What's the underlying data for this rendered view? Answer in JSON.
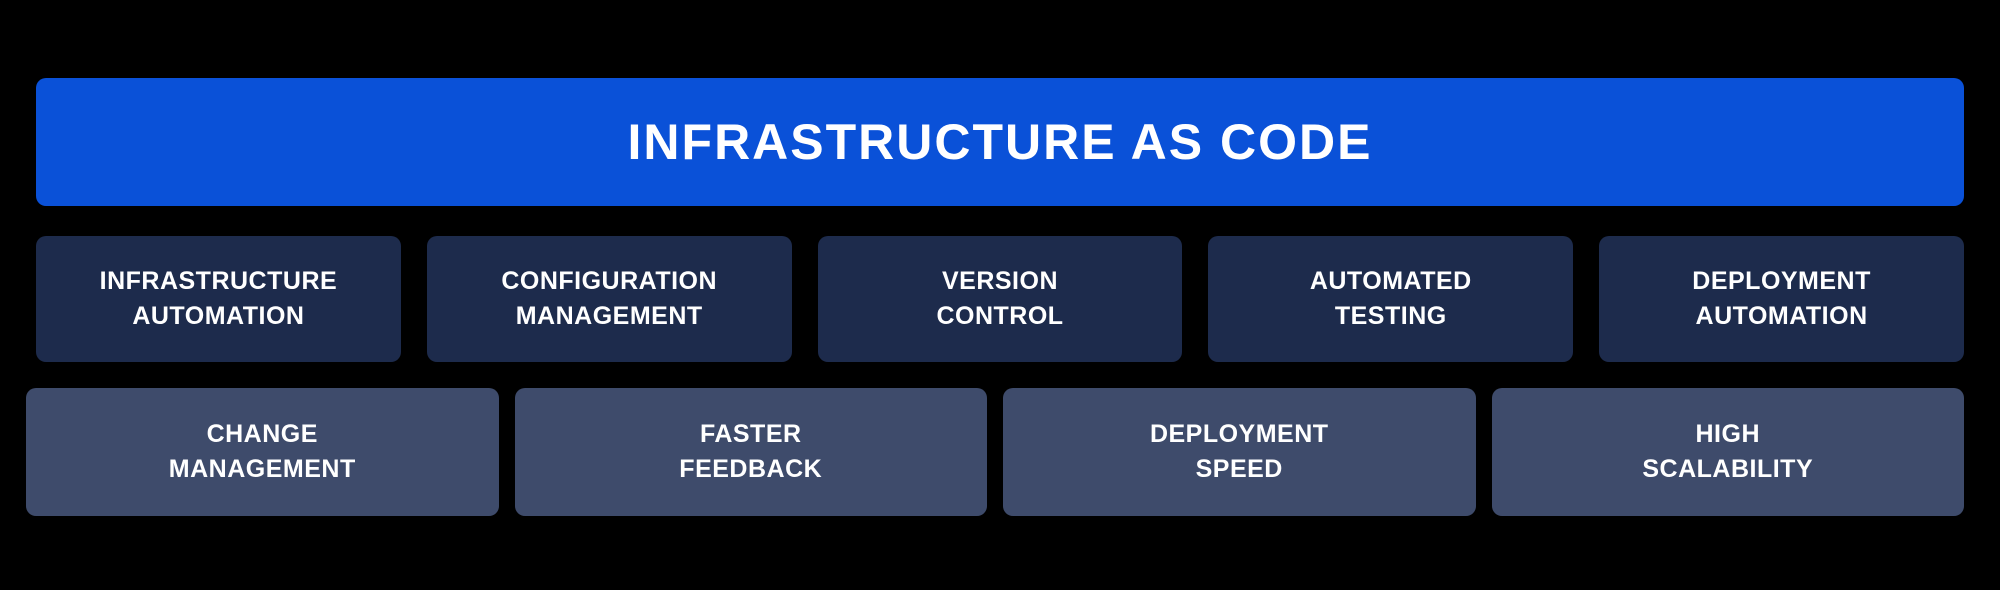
{
  "colors": {
    "background": "#000000",
    "banner-blue": "#0a51d8",
    "box-dark-navy": "#1d2b4c",
    "box-slate": "#3e4b6b",
    "text-white": "#ffffff"
  },
  "banner": {
    "title": "INFRASTRUCTURE AS CODE"
  },
  "rows": [
    {
      "items": [
        {
          "label": "INFRASTRUCTURE\nAUTOMATION"
        },
        {
          "label": "CONFIGURATION\nMANAGEMENT"
        },
        {
          "label": "VERSION\nCONTROL"
        },
        {
          "label": "AUTOMATED\nTESTING"
        },
        {
          "label": "DEPLOYMENT\nAUTOMATION"
        }
      ]
    },
    {
      "items": [
        {
          "label": "CHANGE\nMANAGEMENT"
        },
        {
          "label": "FASTER\nFEEDBACK"
        },
        {
          "label": "DEPLOYMENT\nSPEED"
        },
        {
          "label": "HIGH\nSCALABILITY"
        }
      ]
    }
  ]
}
